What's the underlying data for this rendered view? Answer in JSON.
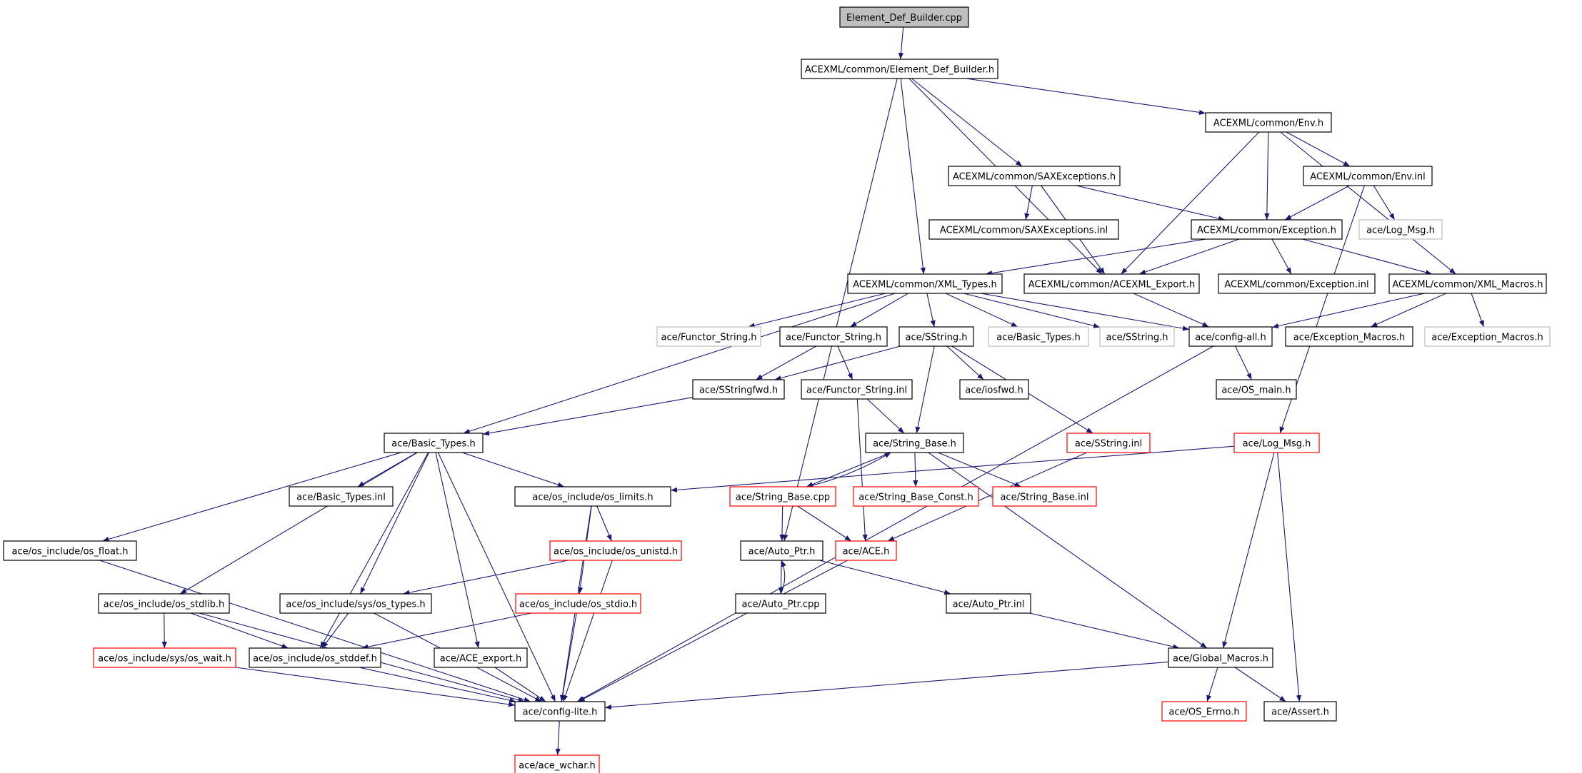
{
  "colors": {
    "edge": "#191970",
    "border_default": "#000000",
    "border_red": "#ff0000",
    "border_gray": "#bfbfbf",
    "root_fill": "#bfbfbf",
    "background": "#ffffff"
  },
  "nodes": [
    {
      "id": "root",
      "label": "Element_Def_Builder.cpp",
      "style": "root"
    },
    {
      "id": "edb_h",
      "label": "ACEXML/common/Element_Def_Builder.h",
      "style": "default"
    },
    {
      "id": "env_h",
      "label": "ACEXML/common/Env.h",
      "style": "default"
    },
    {
      "id": "saxexc_h",
      "label": "ACEXML/common/SAXExceptions.h",
      "style": "default"
    },
    {
      "id": "env_inl",
      "label": "ACEXML/common/Env.inl",
      "style": "default"
    },
    {
      "id": "saxexc_inl",
      "label": "ACEXML/common/SAXExceptions.inl",
      "style": "default"
    },
    {
      "id": "exception_h",
      "label": "ACEXML/common/Exception.h",
      "style": "default"
    },
    {
      "id": "log_msg_gray",
      "label": "ace/Log_Msg.h",
      "style": "gray"
    },
    {
      "id": "xml_types_h",
      "label": "ACEXML/common/XML_Types.h",
      "style": "default"
    },
    {
      "id": "acexml_export_h",
      "label": "ACEXML/common/ACEXML_Export.h",
      "style": "default"
    },
    {
      "id": "exception_inl",
      "label": "ACEXML/common/Exception.inl",
      "style": "default"
    },
    {
      "id": "xml_macros_h",
      "label": "ACEXML/common/XML_Macros.h",
      "style": "default"
    },
    {
      "id": "functor_string_gray",
      "label": "ace/Functor_String.h",
      "style": "gray"
    },
    {
      "id": "functor_string_h",
      "label": "ace/Functor_String.h",
      "style": "default"
    },
    {
      "id": "sstring_h",
      "label": "ace/SString.h",
      "style": "default"
    },
    {
      "id": "basic_types_gray",
      "label": "ace/Basic_Types.h",
      "style": "gray"
    },
    {
      "id": "sstring_gray",
      "label": "ace/SString.h",
      "style": "gray"
    },
    {
      "id": "config_all_h",
      "label": "ace/config-all.h",
      "style": "default"
    },
    {
      "id": "exception_macros_h",
      "label": "ace/Exception_Macros.h",
      "style": "default"
    },
    {
      "id": "exception_macros_gray",
      "label": "ace/Exception_Macros.h",
      "style": "gray"
    },
    {
      "id": "sstringfwd_h",
      "label": "ace/SStringfwd.h",
      "style": "default"
    },
    {
      "id": "functor_string_inl",
      "label": "ace/Functor_String.inl",
      "style": "default"
    },
    {
      "id": "iosfwd_h",
      "label": "ace/iosfwd.h",
      "style": "default"
    },
    {
      "id": "os_main_h",
      "label": "ace/OS_main.h",
      "style": "default"
    },
    {
      "id": "basic_types_h",
      "label": "ace/Basic_Types.h",
      "style": "default"
    },
    {
      "id": "string_base_h",
      "label": "ace/String_Base.h",
      "style": "default"
    },
    {
      "id": "sstring_inl",
      "label": "ace/SString.inl",
      "style": "red"
    },
    {
      "id": "log_msg_h",
      "label": "ace/Log_Msg.h",
      "style": "red"
    },
    {
      "id": "basic_types_inl",
      "label": "ace/Basic_Types.inl",
      "style": "default"
    },
    {
      "id": "os_limits_h",
      "label": "ace/os_include/os_limits.h",
      "style": "default"
    },
    {
      "id": "string_base_cpp",
      "label": "ace/String_Base.cpp",
      "style": "red"
    },
    {
      "id": "string_base_const_h",
      "label": "ace/String_Base_Const.h",
      "style": "red"
    },
    {
      "id": "string_base_inl",
      "label": "ace/String_Base.inl",
      "style": "red"
    },
    {
      "id": "os_float_h",
      "label": "ace/os_include/os_float.h",
      "style": "default"
    },
    {
      "id": "os_unistd_h",
      "label": "ace/os_include/os_unistd.h",
      "style": "red"
    },
    {
      "id": "auto_ptr_h",
      "label": "ace/Auto_Ptr.h",
      "style": "default"
    },
    {
      "id": "ace_h",
      "label": "ace/ACE.h",
      "style": "red"
    },
    {
      "id": "os_stdlib_h",
      "label": "ace/os_include/os_stdlib.h",
      "style": "default"
    },
    {
      "id": "os_types_h",
      "label": "ace/os_include/sys/os_types.h",
      "style": "default"
    },
    {
      "id": "os_stdio_h",
      "label": "ace/os_include/os_stdio.h",
      "style": "red"
    },
    {
      "id": "auto_ptr_cpp",
      "label": "ace/Auto_Ptr.cpp",
      "style": "default"
    },
    {
      "id": "auto_ptr_inl",
      "label": "ace/Auto_Ptr.inl",
      "style": "default"
    },
    {
      "id": "os_wait_h",
      "label": "ace/os_include/sys/os_wait.h",
      "style": "red"
    },
    {
      "id": "os_stddef_h",
      "label": "ace/os_include/os_stddef.h",
      "style": "default"
    },
    {
      "id": "ace_export_h",
      "label": "ace/ACE_export.h",
      "style": "default"
    },
    {
      "id": "global_macros_h",
      "label": "ace/Global_Macros.h",
      "style": "default"
    },
    {
      "id": "config_lite_h",
      "label": "ace/config-lite.h",
      "style": "default"
    },
    {
      "id": "os_errno_h",
      "label": "ace/OS_Errno.h",
      "style": "red"
    },
    {
      "id": "assert_h",
      "label": "ace/Assert.h",
      "style": "default"
    },
    {
      "id": "ace_wchar_h",
      "label": "ace/ace_wchar.h",
      "style": "red"
    }
  ],
  "edges": [
    [
      "root",
      "edb_h"
    ],
    [
      "edb_h",
      "env_h"
    ],
    [
      "edb_h",
      "saxexc_h"
    ],
    [
      "edb_h",
      "xml_types_h"
    ],
    [
      "edb_h",
      "acexml_export_h"
    ],
    [
      "edb_h",
      "auto_ptr_h"
    ],
    [
      "env_h",
      "env_inl"
    ],
    [
      "env_h",
      "exception_h"
    ],
    [
      "env_h",
      "acexml_export_h"
    ],
    [
      "env_h",
      "xml_macros_h"
    ],
    [
      "env_inl",
      "exception_h"
    ],
    [
      "env_inl",
      "log_msg_gray"
    ],
    [
      "env_inl",
      "log_msg_h"
    ],
    [
      "saxexc_h",
      "saxexc_inl"
    ],
    [
      "saxexc_h",
      "exception_h"
    ],
    [
      "saxexc_h",
      "acexml_export_h"
    ],
    [
      "exception_h",
      "xml_types_h"
    ],
    [
      "exception_h",
      "acexml_export_h"
    ],
    [
      "exception_h",
      "exception_inl"
    ],
    [
      "exception_h",
      "xml_macros_h"
    ],
    [
      "xml_types_h",
      "functor_string_gray"
    ],
    [
      "xml_types_h",
      "functor_string_h"
    ],
    [
      "xml_types_h",
      "sstring_h"
    ],
    [
      "xml_types_h",
      "basic_types_gray"
    ],
    [
      "xml_types_h",
      "sstring_gray"
    ],
    [
      "xml_types_h",
      "config_all_h"
    ],
    [
      "xml_types_h",
      "basic_types_h"
    ],
    [
      "acexml_export_h",
      "config_all_h"
    ],
    [
      "xml_macros_h",
      "config_all_h"
    ],
    [
      "xml_macros_h",
      "exception_macros_h"
    ],
    [
      "xml_macros_h",
      "exception_macros_gray"
    ],
    [
      "functor_string_h",
      "sstringfwd_h"
    ],
    [
      "functor_string_h",
      "functor_string_inl"
    ],
    [
      "sstring_h",
      "sstringfwd_h"
    ],
    [
      "sstring_h",
      "iosfwd_h"
    ],
    [
      "sstring_h",
      "string_base_h"
    ],
    [
      "sstring_h",
      "sstring_inl"
    ],
    [
      "config_all_h",
      "os_main_h"
    ],
    [
      "config_all_h",
      "config_lite_h"
    ],
    [
      "sstringfwd_h",
      "basic_types_h"
    ],
    [
      "functor_string_inl",
      "string_base_h"
    ],
    [
      "functor_string_inl",
      "ace_h"
    ],
    [
      "sstring_inl",
      "ace_h"
    ],
    [
      "string_base_h",
      "string_base_cpp"
    ],
    [
      "string_base_h",
      "string_base_const_h"
    ],
    [
      "string_base_h",
      "string_base_inl"
    ],
    [
      "string_base_h",
      "global_macros_h"
    ],
    [
      "string_base_cpp",
      "string_base_h"
    ],
    [
      "string_base_cpp",
      "auto_ptr_h"
    ],
    [
      "string_base_cpp",
      "ace_h"
    ],
    [
      "log_msg_h",
      "os_limits_h"
    ],
    [
      "log_msg_h",
      "global_macros_h"
    ],
    [
      "log_msg_h",
      "assert_h"
    ],
    [
      "basic_types_h",
      "basic_types_inl"
    ],
    [
      "basic_types_h",
      "os_limits_h"
    ],
    [
      "basic_types_h",
      "os_float_h"
    ],
    [
      "basic_types_h",
      "os_stdlib_h"
    ],
    [
      "basic_types_h",
      "os_types_h"
    ],
    [
      "basic_types_h",
      "os_stddef_h"
    ],
    [
      "basic_types_h",
      "ace_export_h"
    ],
    [
      "basic_types_h",
      "config_lite_h"
    ],
    [
      "os_limits_h",
      "os_unistd_h"
    ],
    [
      "os_limits_h",
      "os_stdio_h"
    ],
    [
      "os_limits_h",
      "config_lite_h"
    ],
    [
      "os_unistd_h",
      "os_types_h"
    ],
    [
      "os_unistd_h",
      "config_lite_h"
    ],
    [
      "os_stdio_h",
      "os_stddef_h"
    ],
    [
      "os_stdio_h",
      "config_lite_h"
    ],
    [
      "os_float_h",
      "config_lite_h"
    ],
    [
      "os_stdlib_h",
      "os_wait_h"
    ],
    [
      "os_stdlib_h",
      "os_stddef_h"
    ],
    [
      "os_stdlib_h",
      "config_lite_h"
    ],
    [
      "os_types_h",
      "os_stddef_h"
    ],
    [
      "os_types_h",
      "config_lite_h"
    ],
    [
      "os_wait_h",
      "config_lite_h"
    ],
    [
      "os_stddef_h",
      "config_lite_h"
    ],
    [
      "ace_export_h",
      "config_lite_h"
    ],
    [
      "auto_ptr_h",
      "auto_ptr_cpp"
    ],
    [
      "auto_ptr_h",
      "auto_ptr_inl"
    ],
    [
      "auto_ptr_cpp",
      "auto_ptr_h"
    ],
    [
      "auto_ptr_inl",
      "global_macros_h"
    ],
    [
      "ace_h",
      "config_lite_h"
    ],
    [
      "global_macros_h",
      "config_lite_h"
    ],
    [
      "global_macros_h",
      "os_errno_h"
    ],
    [
      "global_macros_h",
      "assert_h"
    ],
    [
      "config_lite_h",
      "ace_wchar_h"
    ]
  ]
}
